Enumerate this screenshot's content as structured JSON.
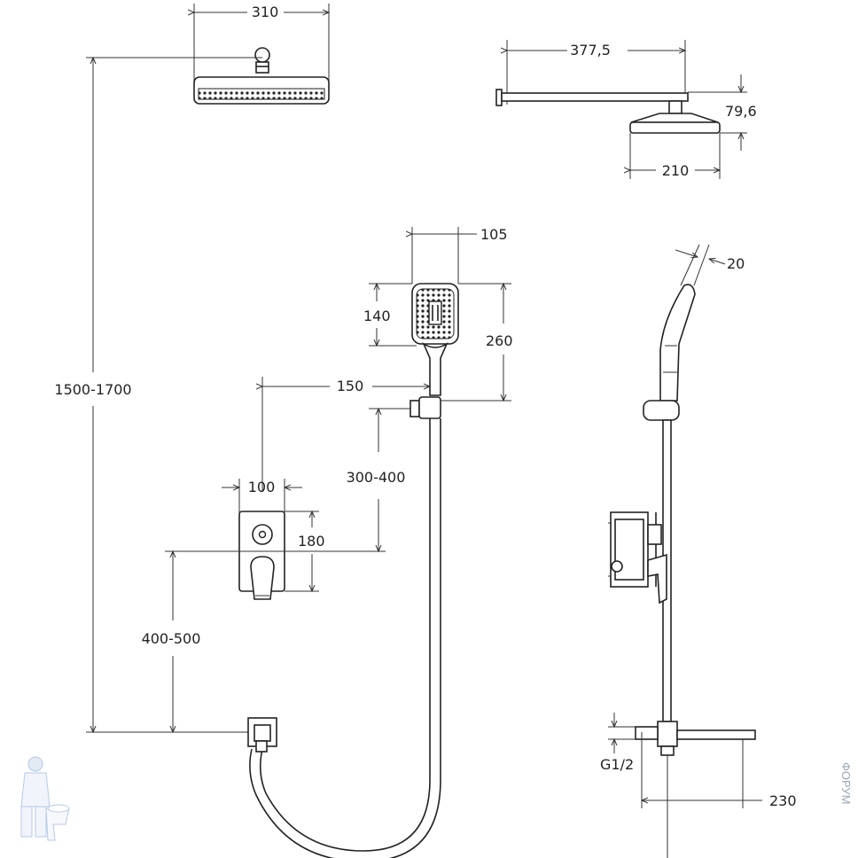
{
  "dimensions": {
    "head_width_front": "310",
    "arm_length": "377,5",
    "head_thickness": "79,6",
    "head_width_side": "210",
    "handshower_width": "105",
    "hose_diameter": "20",
    "handshower_face_height": "140",
    "handshower_total_height": "260",
    "holder_offset": "150",
    "total_height": "1500-1700",
    "holder_above_mixer": "300-400",
    "mixer_width": "100",
    "mixer_height": "180",
    "mixer_floor_height": "400-500",
    "connection_thread": "G1/2",
    "spout_length": "230"
  },
  "watermark": "ФОРУМ",
  "colors": {
    "line": "#222222",
    "watermark": "#9aa3b5",
    "mascot": "#7aa0d8"
  }
}
